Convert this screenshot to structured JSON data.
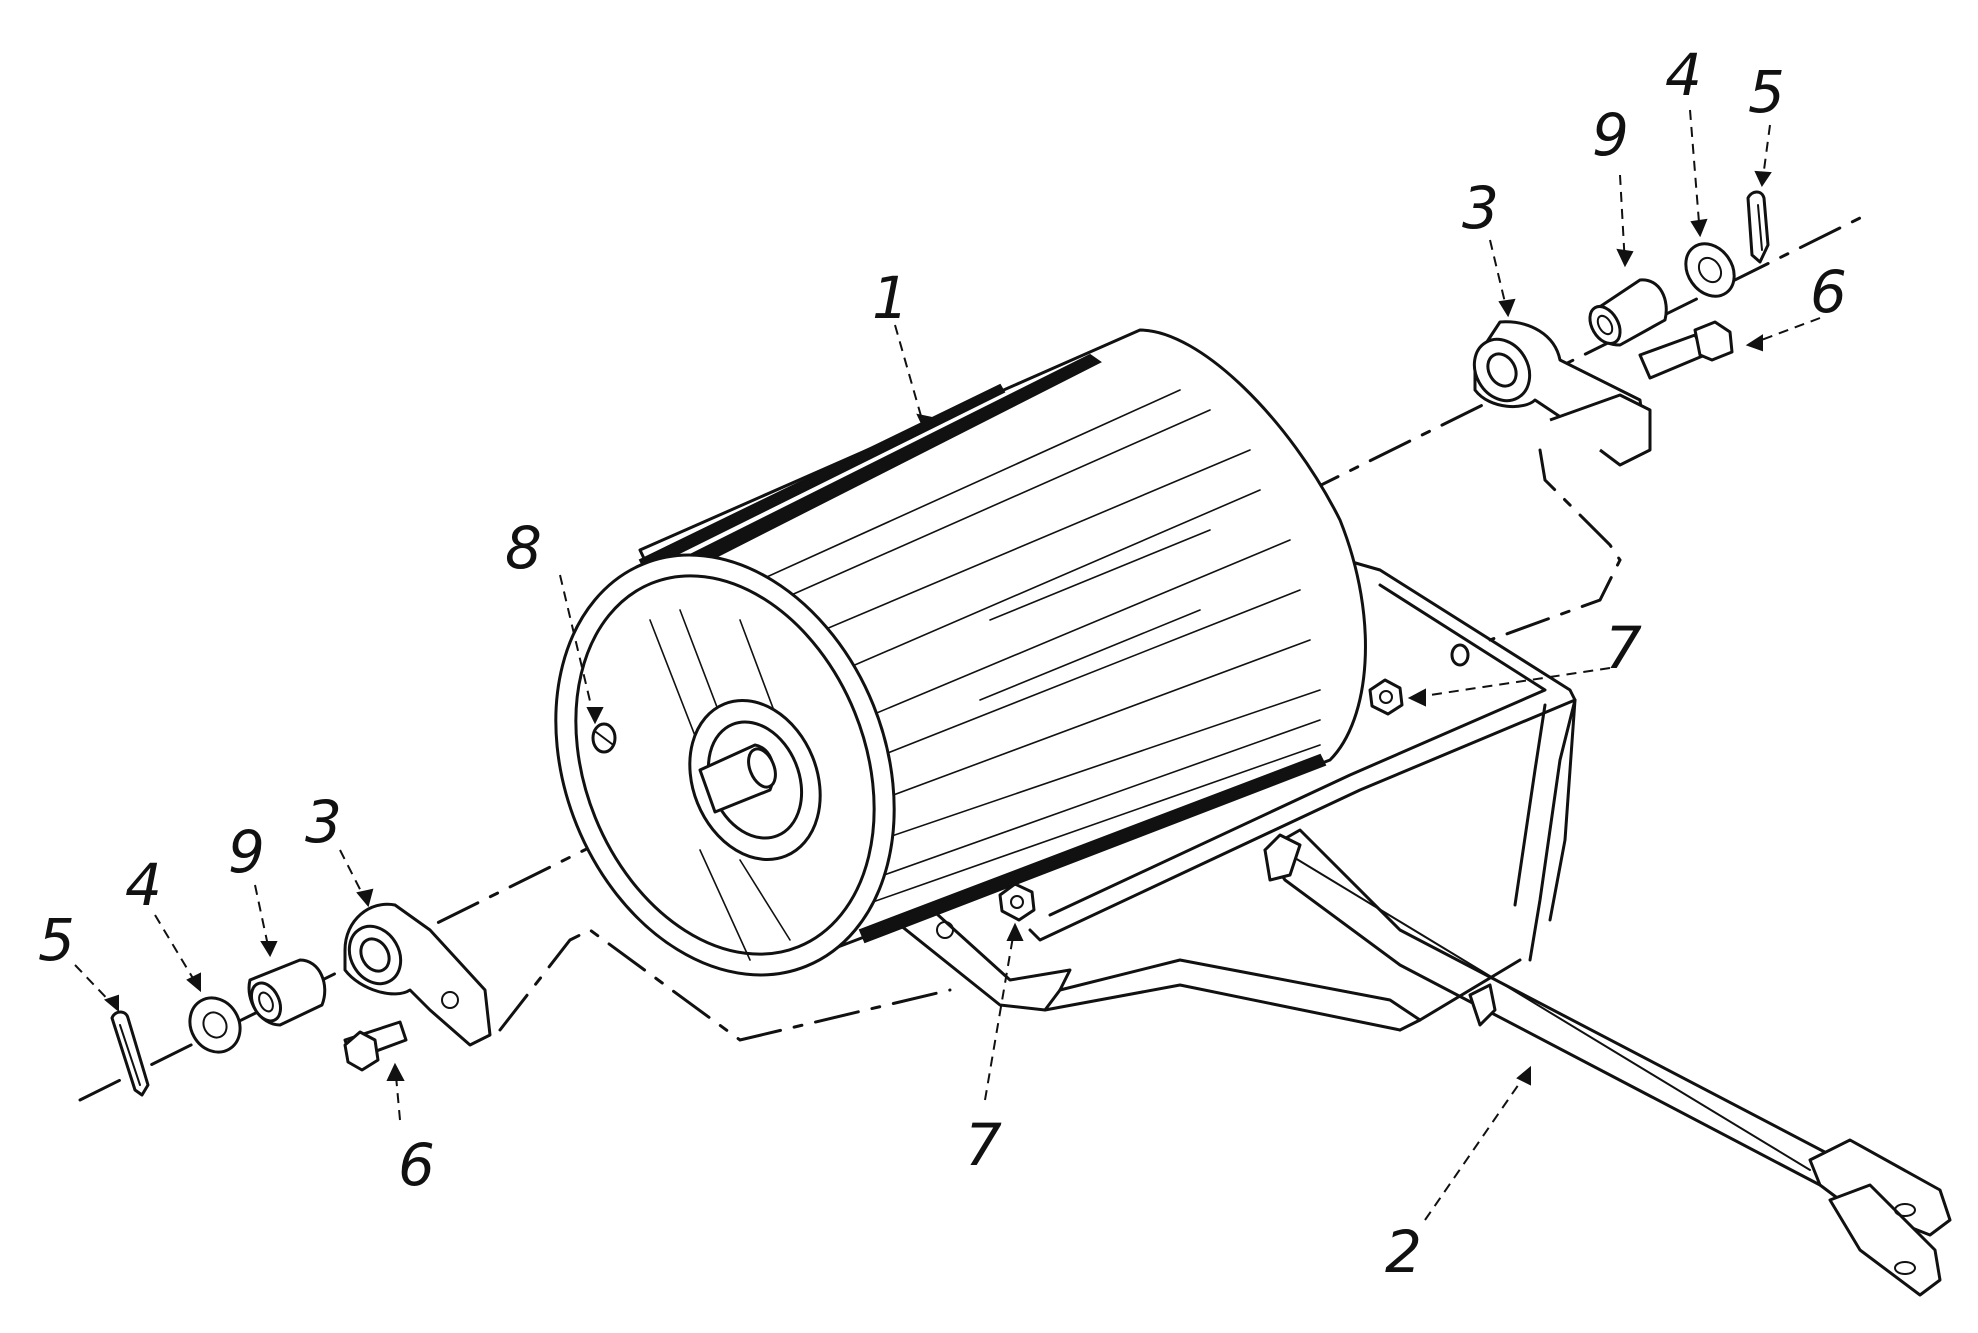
{
  "callouts": {
    "roller": "1",
    "frame": "2",
    "bracket_right": "3",
    "bracket_left": "3",
    "washer_right": "4",
    "washer_left": "4",
    "cotter_pin_right": "5",
    "cotter_pin_left": "5",
    "bolt_right": "6",
    "bolt_left": "6",
    "nut_right": "7",
    "nut_left": "7",
    "plug": "8",
    "bushing_right": "9",
    "bushing_left": "9"
  },
  "colors": {
    "line": "#111111",
    "background": "#ffffff"
  }
}
